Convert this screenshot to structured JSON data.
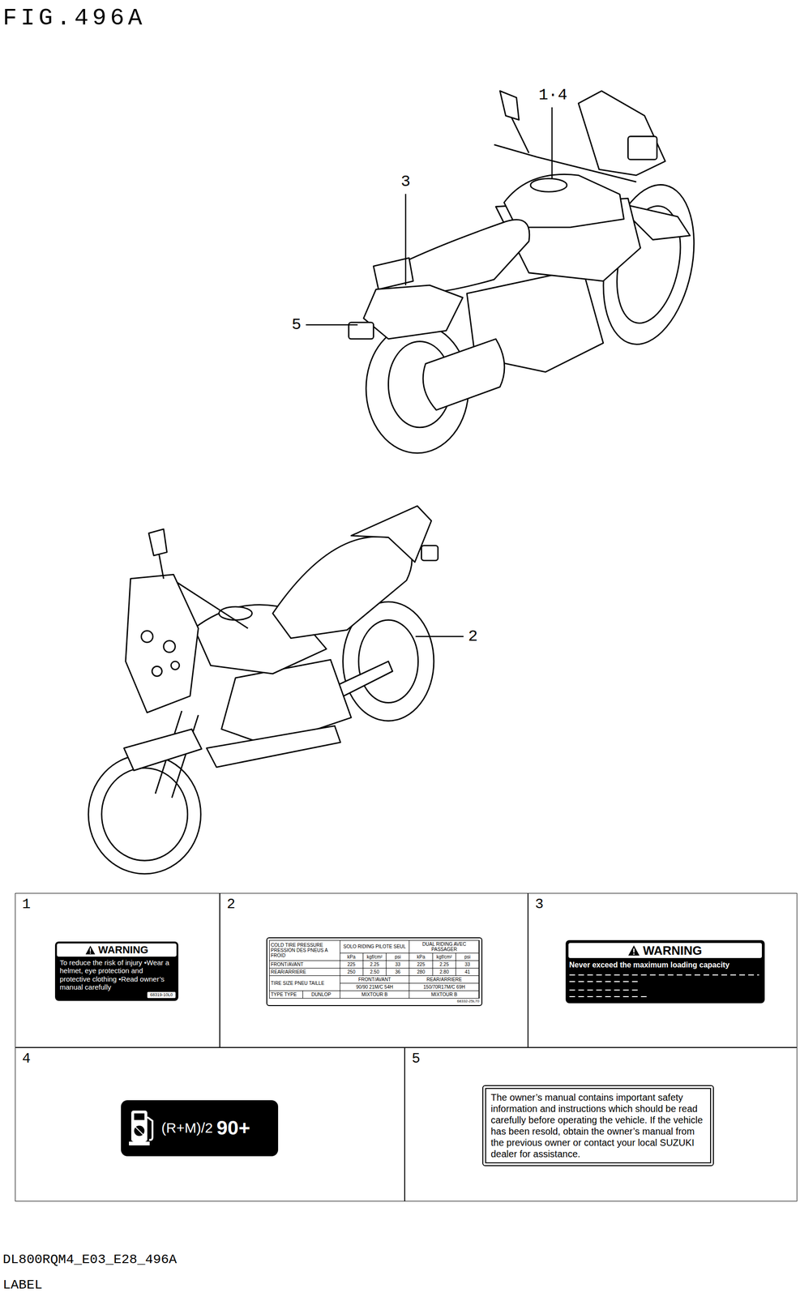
{
  "diagram": {
    "title": "FIG.496A",
    "nodes": [
      {
        "text": [
          "1"
        ]
      },
      {
        "text": [
          "WARNING",
          "To reduce the risk of injury •Wear a helmet, eye protection and protective clothing •Read owner’s manual carefully",
          "68319-10L0"
        ],
        "in": 0
      },
      {
        "text": [
          "2"
        ]
      },
      {
        "text": [
          "COLD TIRE PRESSURE PRESSION DES PNEUS A FROID",
          "SOLO RIDING PILOTE SEUL",
          "DUAL RIDING AVEC PASSAGER",
          "kPa",
          "kgf/cm²",
          "psi",
          "kPa",
          "kgf/cm²",
          "psi",
          "FRONT/AVANT",
          "225",
          "2.25",
          "33",
          "225",
          "2.25",
          "33",
          "REAR/ARRIERE",
          "250",
          "2.50",
          "36",
          "280",
          "2.80",
          "41",
          "TIRE SIZE PNEU TAILLE",
          "FRONT/AVANT",
          "REAR/ARRIERE",
          "90/90 21M/C 54H",
          "150/70R17M/C 69H",
          "TYPE TYPE",
          "DUNLOP",
          "MIXTOUR B",
          "MIXTOUR B",
          "68332-25L70"
        ],
        "in": 2
      },
      {
        "text": [
          "3"
        ]
      },
      {
        "text": [
          "WARNING",
          "Never exceed the maximum loading capacity"
        ],
        "in": 4
      },
      {
        "text": [
          "4"
        ]
      },
      {
        "text": [
          "(R+M)/2",
          "90+"
        ],
        "in": 6
      },
      {
        "text": [
          "5"
        ]
      },
      {
        "text": [
          "The owner’s manual contains important safety information and instructions which should be read carefully before operating the vehicle. If the vehicle has been resold, obtain the owner’s manual from the previous owner or contact your local SUZUKI dealer for assistance."
        ],
        "in": 8
      }
    ],
    "labels": [
      "1·4",
      "3",
      "5",
      "2",
      "DL800RQM4_E03_E28_496A",
      "LABEL"
    ]
  }
}
